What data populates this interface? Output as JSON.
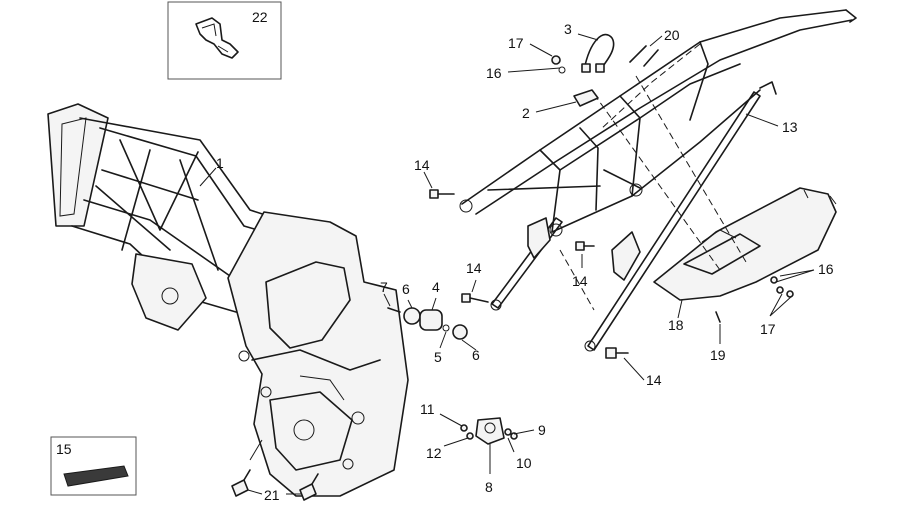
{
  "callouts": [
    {
      "id": "c22",
      "label": "22"
    },
    {
      "id": "c3",
      "label": "3"
    },
    {
      "id": "c17a",
      "label": "17"
    },
    {
      "id": "c20",
      "label": "20"
    },
    {
      "id": "c16a",
      "label": "16"
    },
    {
      "id": "c2",
      "label": "2"
    },
    {
      "id": "c13",
      "label": "13"
    },
    {
      "id": "c1",
      "label": "1"
    },
    {
      "id": "c14a",
      "label": "14"
    },
    {
      "id": "c14b",
      "label": "14"
    },
    {
      "id": "c14c",
      "label": "14"
    },
    {
      "id": "c14d",
      "label": "14"
    },
    {
      "id": "c16b",
      "label": "16"
    },
    {
      "id": "c17b",
      "label": "17"
    },
    {
      "id": "c7",
      "label": "7"
    },
    {
      "id": "c6a",
      "label": "6"
    },
    {
      "id": "c4",
      "label": "4"
    },
    {
      "id": "c5",
      "label": "5"
    },
    {
      "id": "c6b",
      "label": "6"
    },
    {
      "id": "c18",
      "label": "18"
    },
    {
      "id": "c19",
      "label": "19"
    },
    {
      "id": "c11",
      "label": "11"
    },
    {
      "id": "c9",
      "label": "9"
    },
    {
      "id": "c12",
      "label": "12"
    },
    {
      "id": "c10",
      "label": "10"
    },
    {
      "id": "c8",
      "label": "8"
    },
    {
      "id": "c15",
      "label": "15"
    },
    {
      "id": "c21",
      "label": "21"
    }
  ]
}
